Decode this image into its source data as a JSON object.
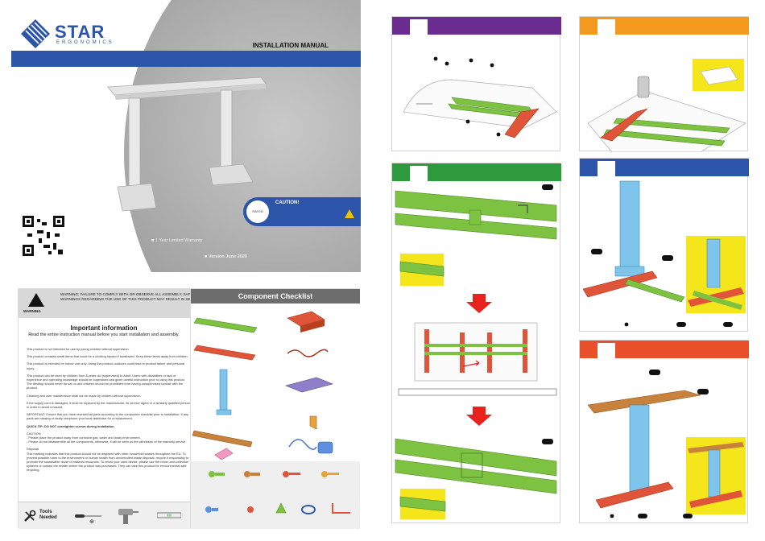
{
  "cover": {
    "brand": "STAR",
    "brand_sub": "ERGONOMICS",
    "manual_title": "INSTALLATION MANUAL",
    "caution_title": "CAUTION!",
    "rated_label": "RATED",
    "warranty": "1 Year Limited Warranty",
    "version": "Version June 2020"
  },
  "info": {
    "warning_label": "WARNING",
    "warning_text": "WARNING: FAILURE TO COMPLY WITH OR OBSERVE ALL ASSEMBLY, SAFETY AND OPERATION INSTRUCTIONS AND WARNINGS REGARDING THE USE OF THIS PRODUCT MAY RESULT IN SERIOUS BODILY INJURY.",
    "important_title": "Important information",
    "important_sub": "Read the entire instruction manual before you start installation and assembly.",
    "paragraphs": [
      "This product is not intended for use by young children without supervision.",
      "This product contains small items that could be a choking hazard if swallowed. Keep these items away from children.",
      "This product is intended for indoor use only. Using this product outdoors could lead to product failure and personal injury.",
      "This product can be used by children from 8 years old (supervised) to Adult. Users with disabilities or lack of experience and operating knowledge should be supervised and given careful instruction prior to using this product. The desktop should never be sat on and children should be prohibited from having unsupervised contact with the product.",
      "Cleaning and user maintenance shall not be made by children without supervision.",
      "If the supply cord is damaged, it must be replaced by the manufacturer, its service agent or a similarly qualified person in order to avoid a hazard.",
      "IMPORTANT: Ensure that you have received all parts according to the component checklist prior to installation. If any parts are missing or faulty, telephone your local distributor for a replacement.",
      "QUICK TIP: DO NOT overtighten screws during installation.",
      "CAUTION\n- Please place the product away from corrosive gas, water and dusty environment.\n- Please do not disassemble all the components, otherwise, it will be seen as the withdrawn of the warranty service.",
      "Disposal\nThis marking indicates that this product should not be disposed with other household wastes throughout the EU. To prevent possible harm to the environment or human health from uncontrolled waste disposal, recycle it responsibly to promote the sustainable reuse of material resources. To return your used device, please use the return and collection systems or contact the retailer where the product was purchased. They can take this product for environmental safe recycling."
    ],
    "tools_label_1": "Tools",
    "tools_label_2": "Needed"
  },
  "checklist": {
    "title": "Component Checklist"
  },
  "colors": {
    "brand_blue": "#2c54a8",
    "step1": "#6a2c8e",
    "step2": "#f39a1e",
    "step3": "#2e9a3e",
    "step4": "#2c54a8",
    "step5": "#e8502a",
    "part_green": "#7ec242",
    "part_red": "#e0553a",
    "part_blue": "#7fc4ea",
    "part_tan": "#c8823c",
    "part_purple": "#8f7ec8",
    "yellow": "#f5e51b"
  }
}
